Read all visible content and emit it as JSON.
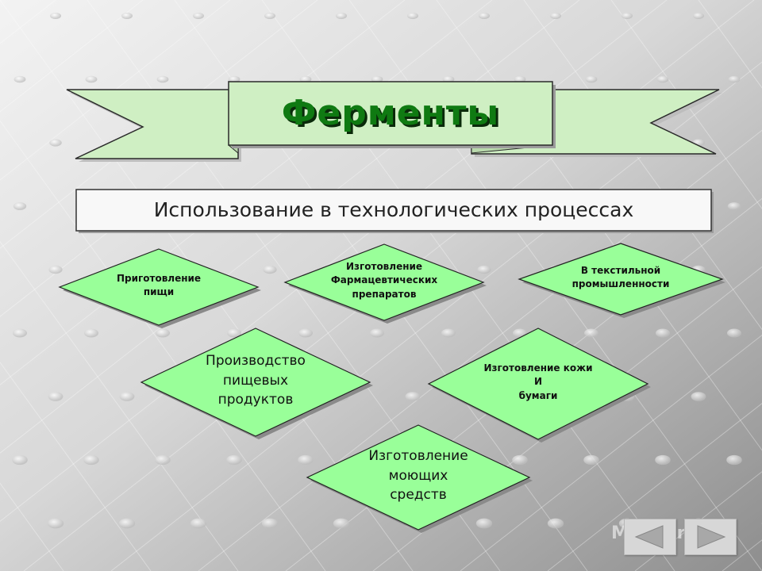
{
  "slide": {
    "title": "Ферменты",
    "subtitle": "Использование в технологических процессах"
  },
  "diagram": {
    "nodes": [
      {
        "id": "food-prep",
        "label": "Приготовление\nпищи",
        "size": "small"
      },
      {
        "id": "pharma",
        "label": "Изготовление\nФармацевтических\nпрепаратов",
        "size": "small"
      },
      {
        "id": "textile",
        "label": "В текстильной\nпромышленности",
        "size": "small"
      },
      {
        "id": "food-products",
        "label": "Производство\nпищевых\nпродуктов",
        "size": "large"
      },
      {
        "id": "leather-paper",
        "label": "Изготовление кожи\nИ\nбумаги",
        "size": "small"
      },
      {
        "id": "detergents",
        "label": "Изготовление\nмоющих\nсредств",
        "size": "large"
      }
    ]
  },
  "navigation": {
    "prev_icon": "back-triangle-icon",
    "next_icon": "forward-triangle-icon"
  },
  "watermark": {
    "text": "MyShared"
  },
  "colors": {
    "banner_fill": "#cfefc3",
    "diamond_fill": "#99ff99",
    "title_text": "#0f7a12",
    "background_light": "#f2f2f2",
    "background_dark": "#8c8c8c"
  }
}
